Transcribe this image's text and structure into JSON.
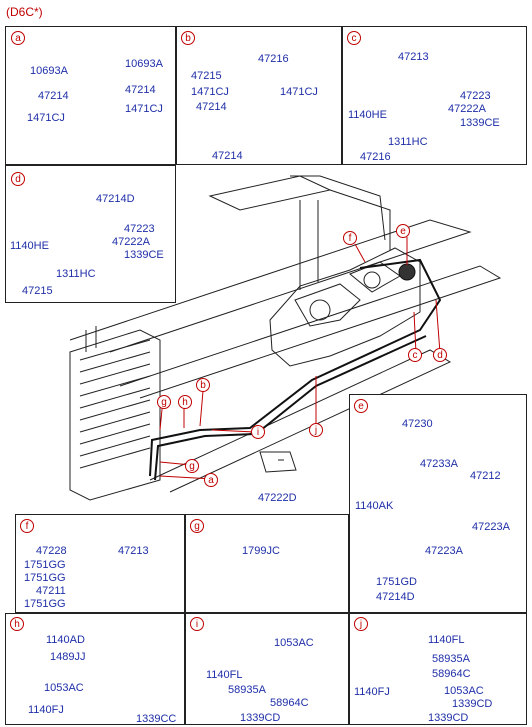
{
  "header": {
    "code": "(D6C*)"
  },
  "panels": {
    "a": {
      "tag": "a",
      "parts": [
        "10693A",
        "10693A",
        "47214",
        "47214",
        "1471CJ",
        "1471CJ"
      ]
    },
    "b": {
      "tag": "b",
      "parts": [
        "47216",
        "47215",
        "1471CJ",
        "1471CJ",
        "47214",
        "47214"
      ]
    },
    "c": {
      "tag": "c",
      "parts": [
        "47213",
        "47223",
        "47222A",
        "1339CE",
        "1140HE",
        "1311HC",
        "47216"
      ]
    },
    "d": {
      "tag": "d",
      "parts": [
        "47214D",
        "47223",
        "47222A",
        "1339CE",
        "1140HE",
        "1311HC",
        "47215"
      ]
    },
    "e": {
      "tag": "e",
      "parts": [
        "47230",
        "47233A",
        "47212",
        "1140AK",
        "47223A",
        "47223A",
        "1751GD",
        "47214D"
      ]
    },
    "f": {
      "tag": "f",
      "parts": [
        "47228",
        "47213",
        "1751GG",
        "1751GG",
        "47211",
        "1751GG"
      ]
    },
    "g": {
      "tag": "g",
      "parts": [
        "1799JC"
      ]
    },
    "h": {
      "tag": "h",
      "parts": [
        "1140AD",
        "1489JJ",
        "1053AC",
        "1140FJ",
        "1339CC"
      ]
    },
    "i": {
      "tag": "i",
      "parts": [
        "1053AC",
        "1140FL",
        "58935A",
        "58964C",
        "1339CD"
      ]
    },
    "j": {
      "tag": "j",
      "parts": [
        "1140FL",
        "58935A",
        "58964C",
        "1140FJ",
        "1053AC",
        "1339CD",
        "1339CD"
      ]
    }
  },
  "main": {
    "callouts": [
      "f",
      "e",
      "c",
      "d",
      "b",
      "h",
      "g",
      "i",
      "j",
      "g",
      "a"
    ],
    "parts": [
      "47222D"
    ]
  },
  "colors": {
    "label": "#1f2fa8",
    "callout": "#c00000",
    "line": "#222222"
  }
}
